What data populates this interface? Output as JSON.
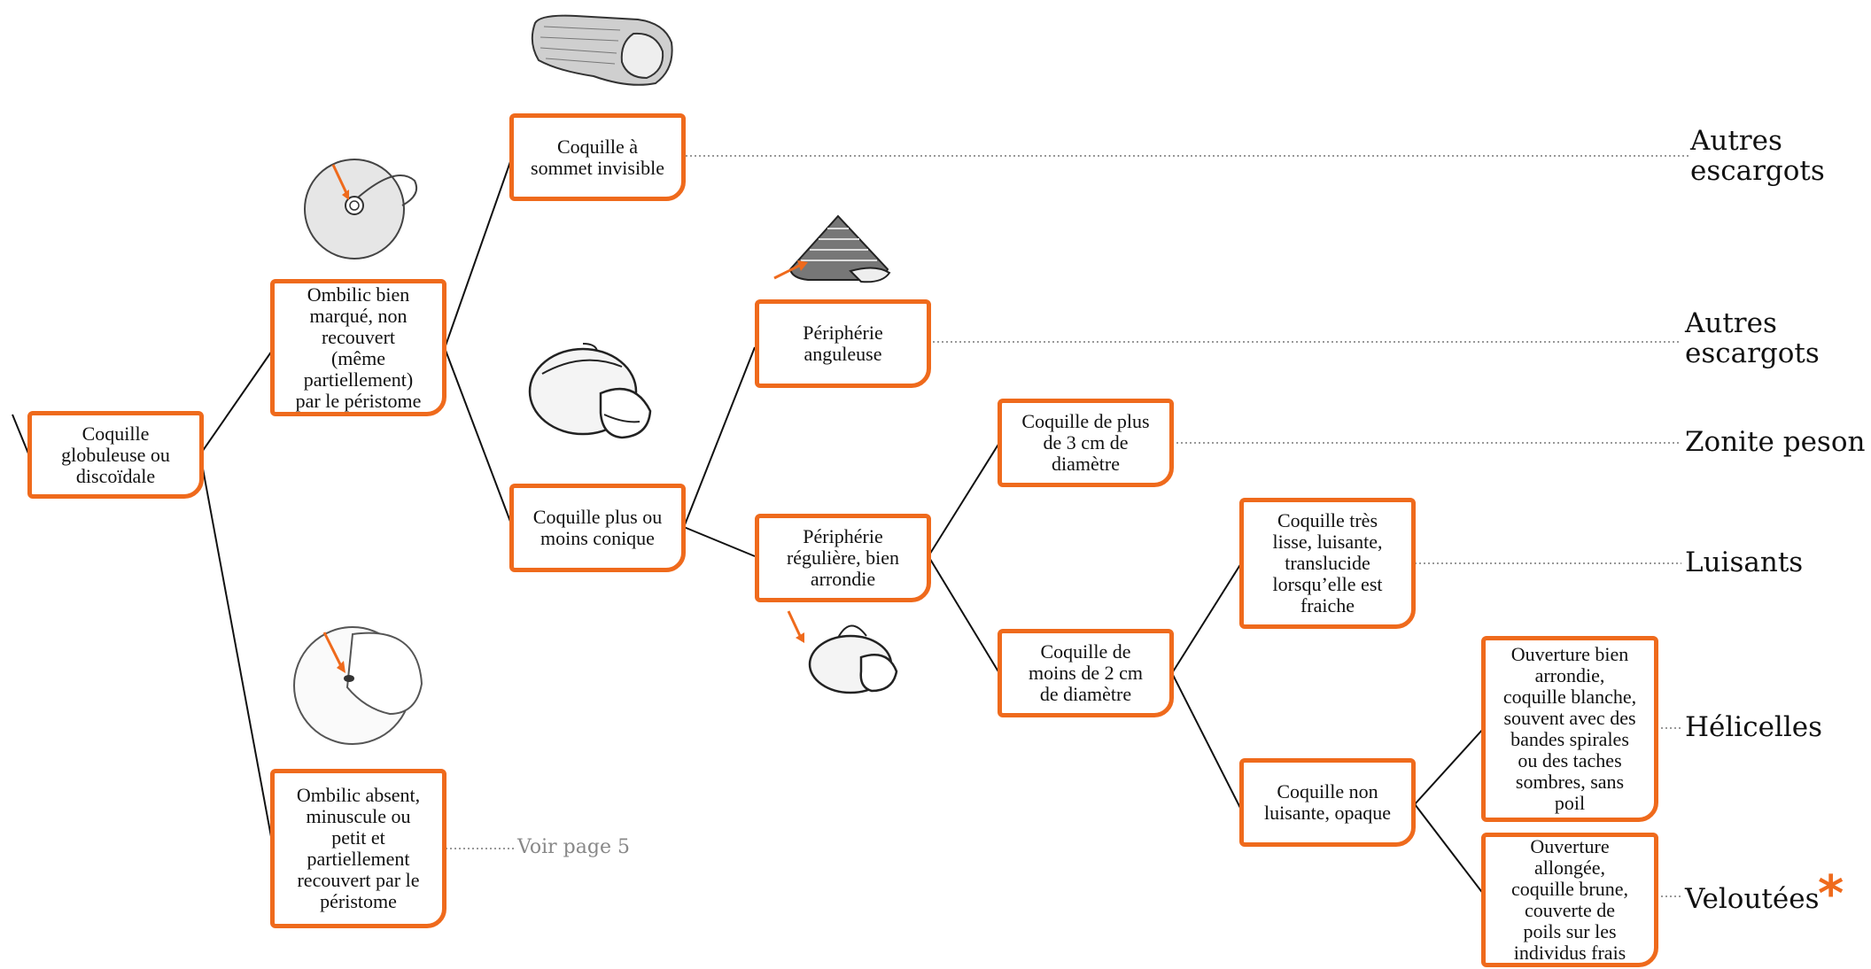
{
  "nodes": {
    "globuleuse": "Coquille\nglobuleuse ou\ndiscoïdale",
    "ombilic_marque": "Ombilic bien\nmarqué, non\nrecouvert\n(même\npartiellement)\npar le péristome",
    "ombilic_absent": "Ombilic absent,\nminuscule ou\npetit et\npartiellement\nrecouvert par le\npéristome",
    "sommet_invisible": "Coquille à\nsommet invisible",
    "conique": "Coquille plus ou\nmoins conique",
    "anguleuse": "Périphérie\nanguleuse",
    "arrondie": "Périphérie\nrégulière, bien\narrondie",
    "plus_3cm": "Coquille  de plus\nde 3 cm de\ndiamètre",
    "moins_2cm": "Coquille de\nmoins de 2 cm\nde diamètre",
    "lisse": "Coquille très\nlisse, luisante,\ntranslucide\nlorsqu’elle est\nfraiche",
    "non_luisante": "Coquille non\nluisante, opaque",
    "ouverture_arrondie": "Ouverture bien\narrondie,\ncoquille blanche,\nsouvent avec des\nbandes spirales\nou des taches\nsombres, sans\npoil",
    "ouverture_allongee": "Ouverture\nallongée,\ncoquille brune,\ncouverte de\npoils sur les\nindividus frais"
  },
  "results": {
    "autres_1": "Autres\nescargots",
    "autres_2": "Autres\nescargots",
    "zonite": "Zonite peson",
    "luisants": "Luisants",
    "helicelles": "Hélicelles",
    "veloutees": "Veloutées",
    "veloutees_mark": "*"
  },
  "notes": {
    "voir_page": "Voir page 5"
  },
  "colors": {
    "accent": "#ef6a1c",
    "line": "#111111",
    "dotted": "#999999"
  }
}
